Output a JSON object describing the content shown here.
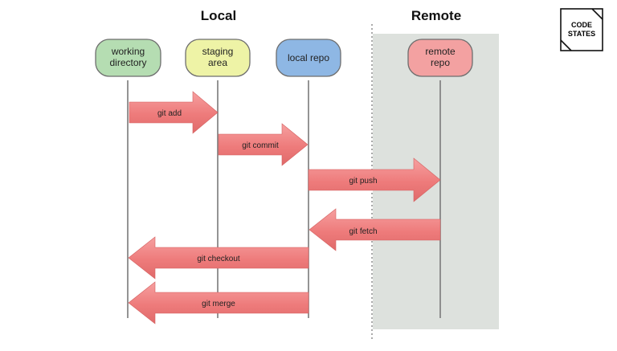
{
  "headings": {
    "local": "Local",
    "remote": "Remote"
  },
  "logo": {
    "line1": "CODE",
    "line2": "STATES"
  },
  "colors": {
    "working_directory": "#b5ddb2",
    "staging_area": "#eef3a6",
    "local_repo": "#8eb7e4",
    "remote_repo": "#f3a1a1",
    "remote_zone": "#dde1dd",
    "arrow_fill": "#ef7d7d"
  },
  "nodes": [
    {
      "id": "working-directory",
      "lines": [
        "working",
        "directory"
      ],
      "color_key": "working_directory"
    },
    {
      "id": "staging-area",
      "lines": [
        "staging",
        "area"
      ],
      "color_key": "staging_area"
    },
    {
      "id": "local-repo",
      "lines": [
        "local repo"
      ],
      "color_key": "local_repo"
    },
    {
      "id": "remote-repo",
      "lines": [
        "remote",
        "repo"
      ],
      "color_key": "remote_repo"
    }
  ],
  "arrows": [
    {
      "id": "git-add",
      "label": "git add",
      "from": "working-directory",
      "to": "staging-area"
    },
    {
      "id": "git-commit",
      "label": "git commit",
      "from": "staging-area",
      "to": "local-repo"
    },
    {
      "id": "git-push",
      "label": "git push",
      "from": "local-repo",
      "to": "remote-repo"
    },
    {
      "id": "git-fetch",
      "label": "git fetch",
      "from": "remote-repo",
      "to": "local-repo"
    },
    {
      "id": "git-checkout",
      "label": "git checkout",
      "from": "local-repo",
      "to": "working-directory"
    },
    {
      "id": "git-merge",
      "label": "git merge",
      "from": "local-repo",
      "to": "working-directory"
    }
  ]
}
